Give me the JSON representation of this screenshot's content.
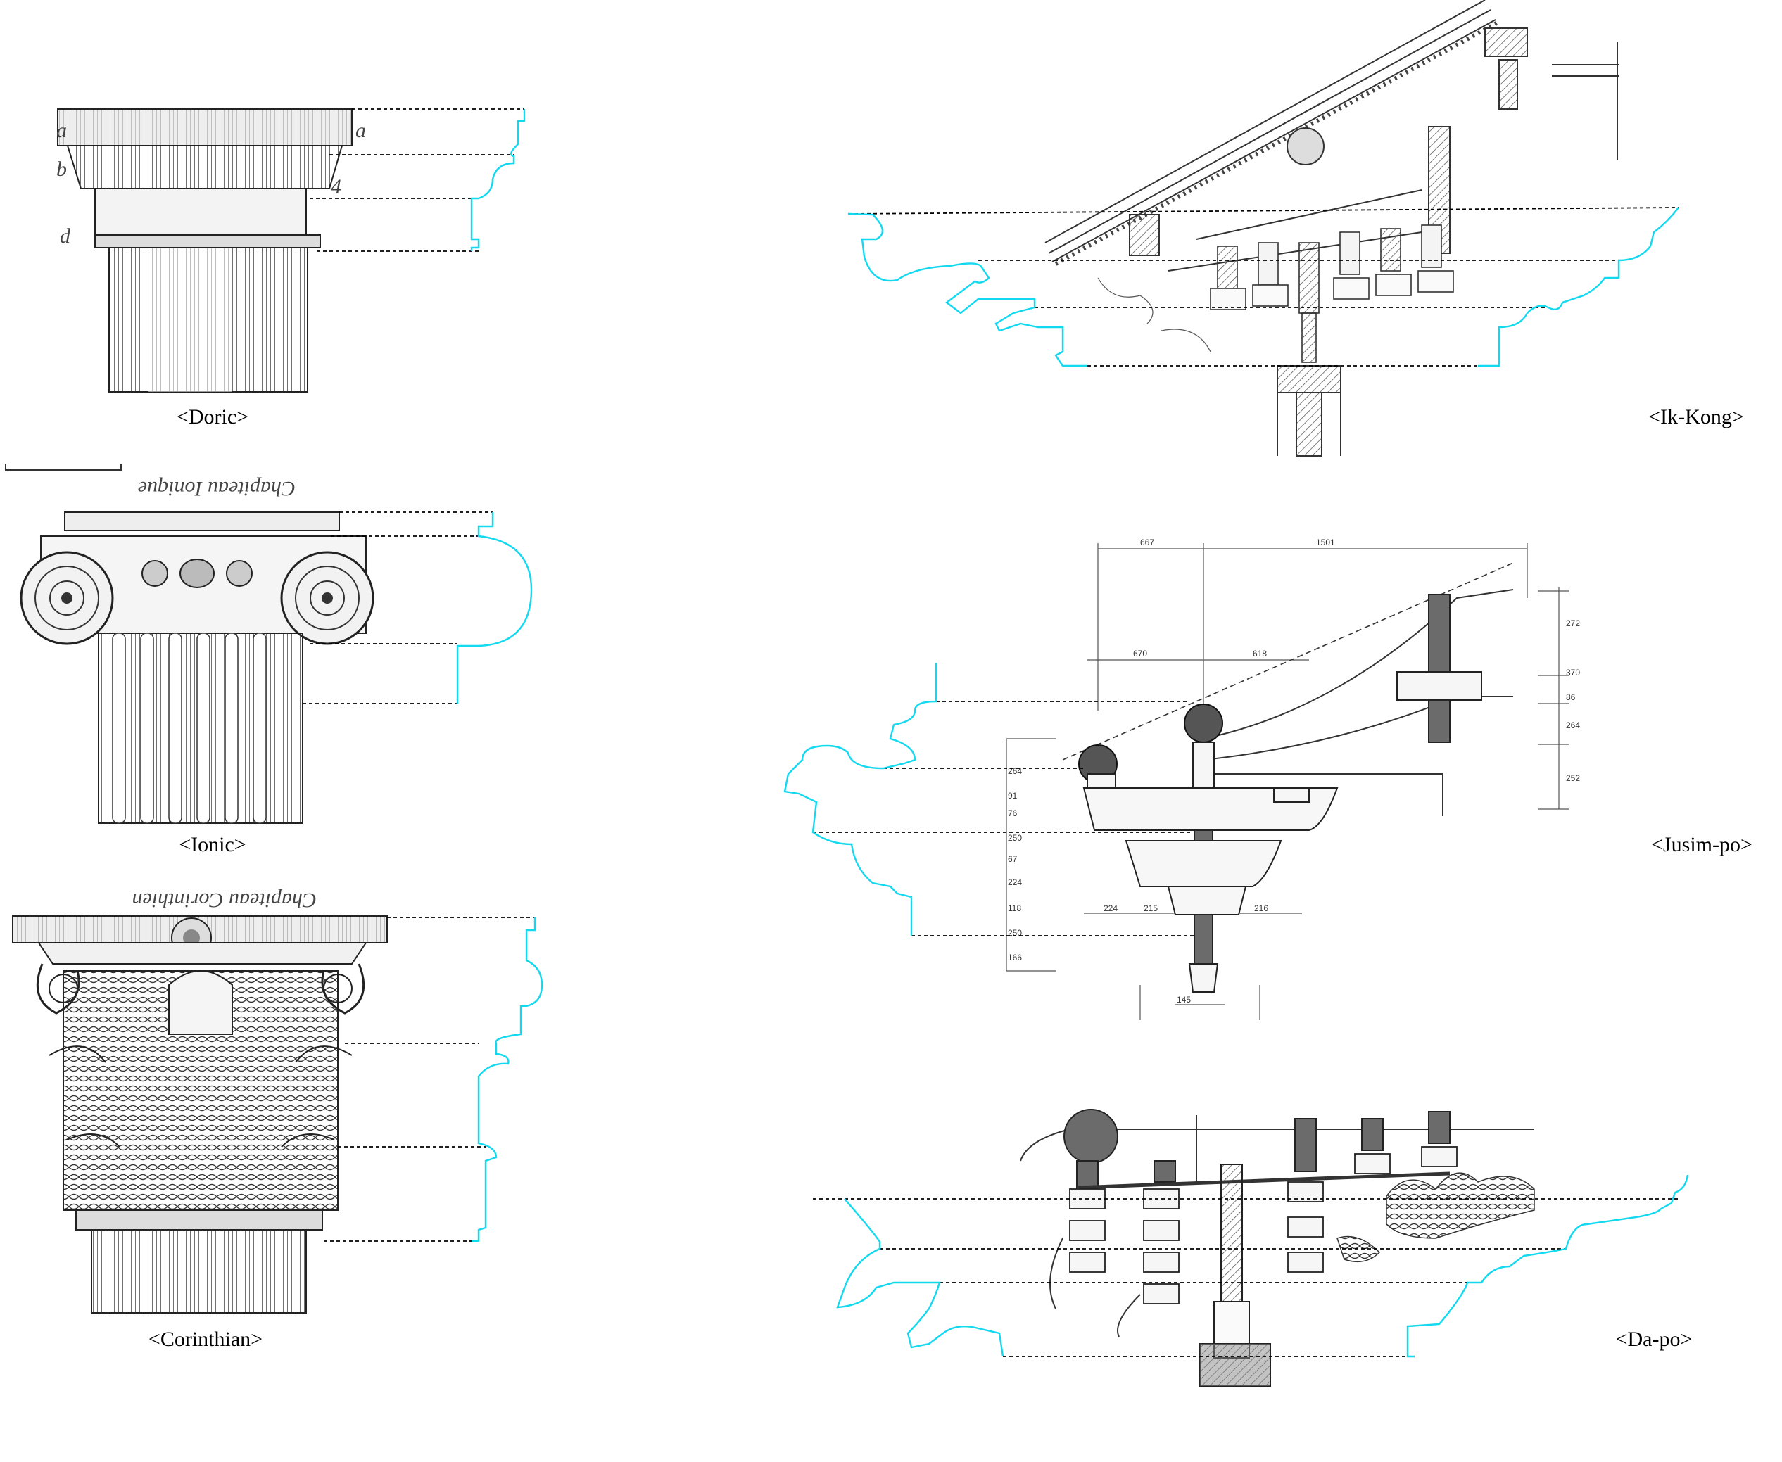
{
  "captions": {
    "doric": "<Doric>",
    "ionic": "<Ionic>",
    "corinthian": "<Corinthian>",
    "ik_kong": "<Ik-Kong>",
    "jusim_po": "<Jusim-po>",
    "da_po": "<Da-po>"
  },
  "engraving_headers": {
    "ionic": "Chapiteau Ionique",
    "corinthian": "Chapiteau Corinthien"
  },
  "dimension_labels": {
    "top": [
      "667",
      "1501"
    ],
    "mid": [
      "670",
      "618"
    ],
    "bottom": [
      "224",
      "215",
      "216",
      "145"
    ],
    "right": [
      "272",
      "370",
      "86",
      "264",
      "252"
    ],
    "left": [
      "264",
      "91",
      "76",
      "250",
      "67",
      "224",
      "118",
      "250",
      "166"
    ]
  },
  "colors": {
    "profile": "#12d8f0",
    "guide": "#000000",
    "drawing": "#2a2a2a"
  }
}
